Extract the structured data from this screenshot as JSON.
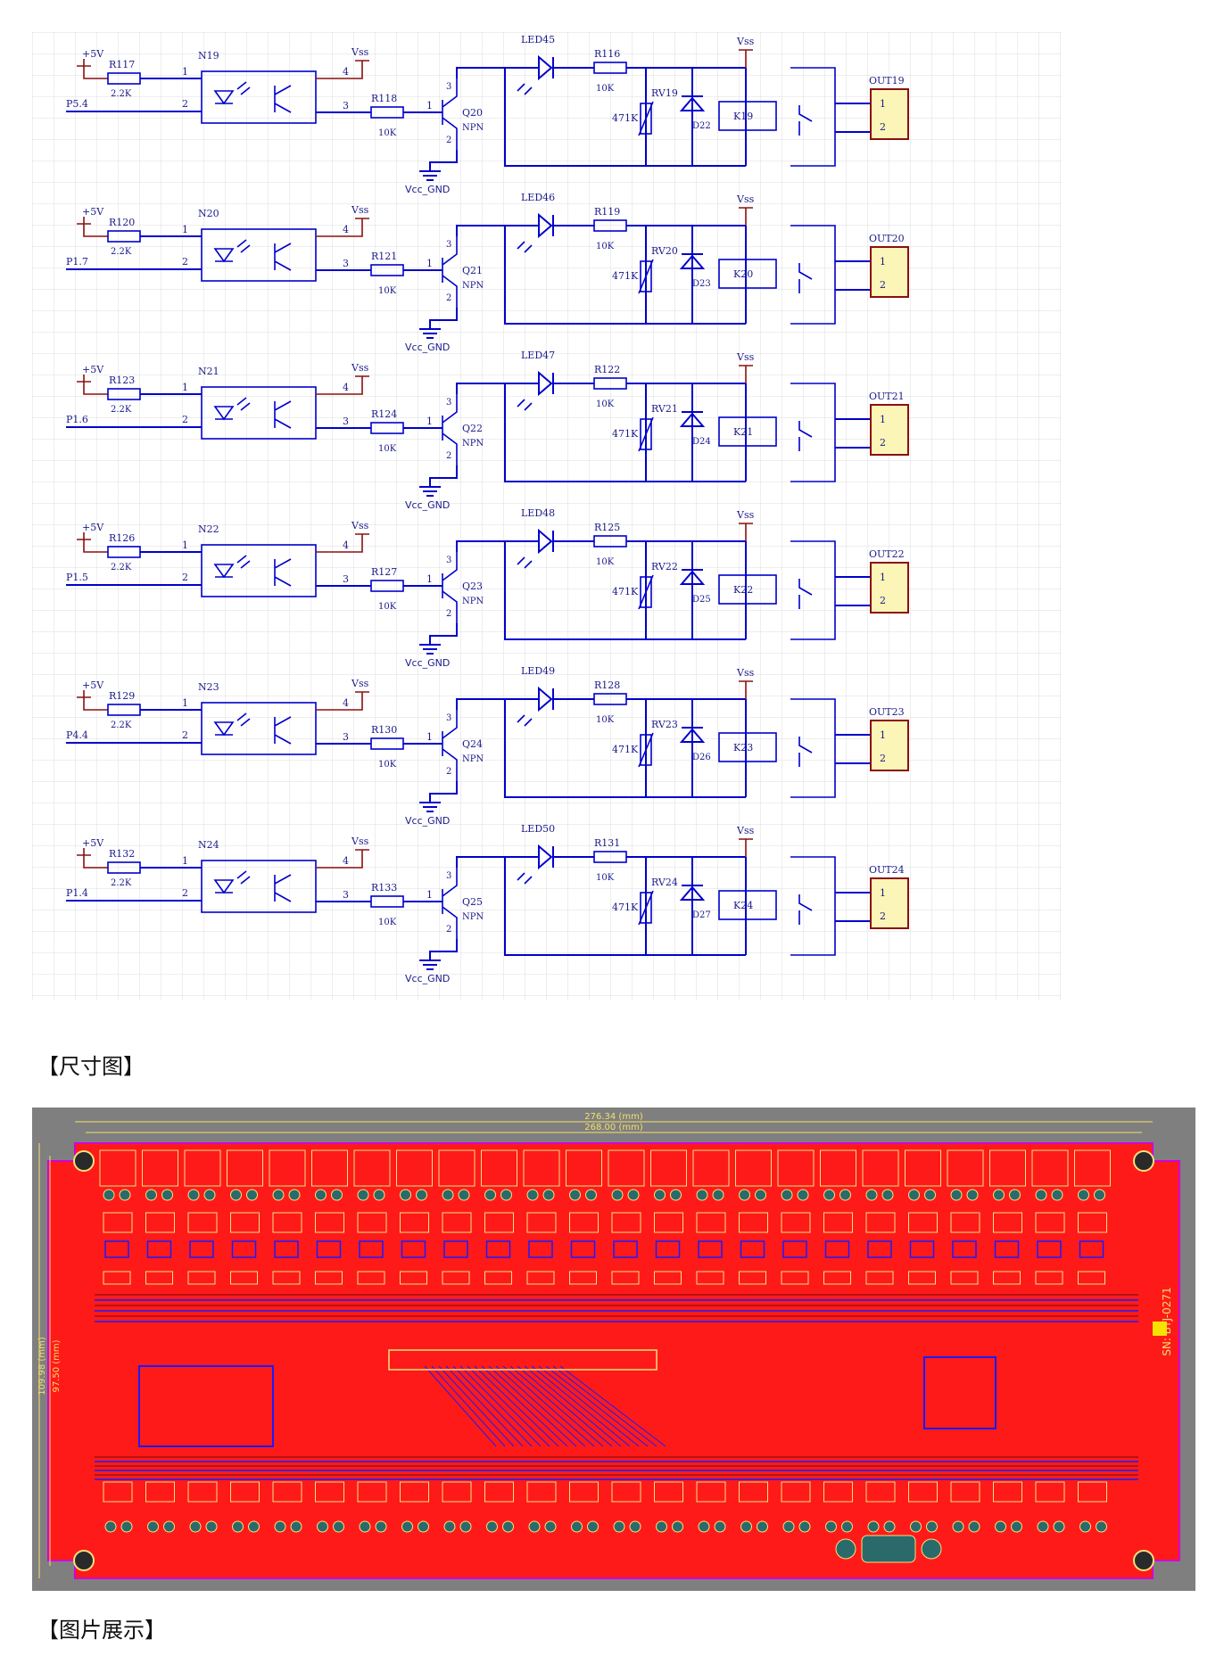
{
  "schematic": {
    "channels": [
      {
        "opto": "N19",
        "r_in": "R117",
        "r_in_val": "2.2K",
        "r_base": "R118",
        "r_base_val": "10K",
        "port": "P5.4",
        "transistor": "Q20",
        "led": "LED45",
        "r_led": "R116",
        "r_led_val": "10K",
        "rv": "RV19",
        "rv_val": "471K",
        "diode": "D22",
        "relay": "K19",
        "out": "OUT19"
      },
      {
        "opto": "N20",
        "r_in": "R120",
        "r_in_val": "2.2K",
        "r_base": "R121",
        "r_base_val": "10K",
        "port": "P1.7",
        "transistor": "Q21",
        "led": "LED46",
        "r_led": "R119",
        "r_led_val": "10K",
        "rv": "RV20",
        "rv_val": "471K",
        "diode": "D23",
        "relay": "K20",
        "out": "OUT20"
      },
      {
        "opto": "N21",
        "r_in": "R123",
        "r_in_val": "2.2K",
        "r_base": "R124",
        "r_base_val": "10K",
        "port": "P1.6",
        "transistor": "Q22",
        "led": "LED47",
        "r_led": "R122",
        "r_led_val": "10K",
        "rv": "RV21",
        "rv_val": "471K",
        "diode": "D24",
        "relay": "K21",
        "out": "OUT21"
      },
      {
        "opto": "N22",
        "r_in": "R126",
        "r_in_val": "2.2K",
        "r_base": "R127",
        "r_base_val": "10K",
        "port": "P1.5",
        "transistor": "Q23",
        "led": "LED48",
        "r_led": "R125",
        "r_led_val": "10K",
        "rv": "RV22",
        "rv_val": "471K",
        "diode": "D25",
        "relay": "K22",
        "out": "OUT22"
      },
      {
        "opto": "N23",
        "r_in": "R129",
        "r_in_val": "2.2K",
        "r_base": "R130",
        "r_base_val": "10K",
        "port": "P4.4",
        "transistor": "Q24",
        "led": "LED49",
        "r_led": "R128",
        "r_led_val": "10K",
        "rv": "RV23",
        "rv_val": "471K",
        "diode": "D26",
        "relay": "K23",
        "out": "OUT23"
      },
      {
        "opto": "N24",
        "r_in": "R132",
        "r_in_val": "2.2K",
        "r_base": "R133",
        "r_base_val": "10K",
        "port": "P1.4",
        "transistor": "Q25",
        "led": "LED50",
        "r_led": "R131",
        "r_led_val": "10K",
        "rv": "RV24",
        "rv_val": "471K",
        "diode": "D27",
        "relay": "K24",
        "out": "OUT24"
      }
    ],
    "labels": {
      "plus5v": "+5V",
      "vss": "Vss",
      "gnd": "Vcc_GND",
      "npn": "NPN",
      "pin1": "1",
      "pin2": "2",
      "pin3": "3",
      "pin4": "4"
    }
  },
  "headings": {
    "dimension": "【尺寸图】",
    "photos": "【图片展示】"
  },
  "pcb": {
    "dim_width_outer": "276.34 (mm)",
    "dim_width_inner": "268.00 (mm)",
    "dim_height_outer": "109.98 (mm)",
    "dim_height_inner": "97.50 (mm)",
    "serial": "SN: BYJ-0271",
    "board_color": "#ff1a1a",
    "bg_color": "#7f7f7f",
    "silk_color": "#f6e27a",
    "trace_color": "#1a1aff"
  }
}
